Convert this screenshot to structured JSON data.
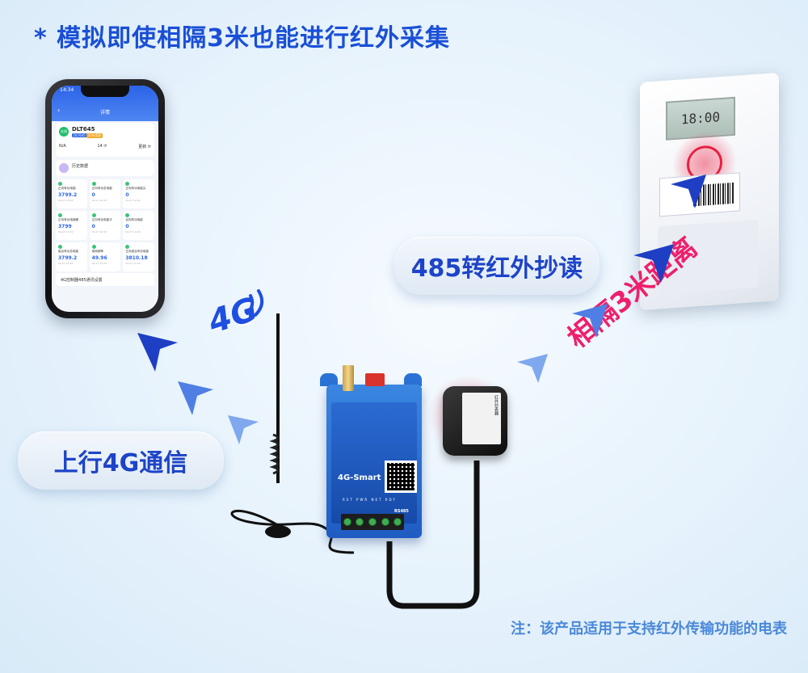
{
  "headline": "* 模拟即使相隔3米也能进行红外采集",
  "footnote": "注：该产品适用于支持红外传输功能的电表",
  "pill_uplink": "上行4G通信",
  "pill_reading": "485转红外抄读",
  "distance_label": "相隔3米距离",
  "logo_4g": "4G",
  "colors": {
    "headline": "#1a4fd6",
    "pill_text": "#1d44c8",
    "distance": "#ee1f6b",
    "footnote": "#4b88d8",
    "arrow_dark": "#1e3fc4",
    "arrow_light": "#7fa8ee"
  },
  "phone": {
    "time": "14:34",
    "title": "详情",
    "device_name": "DLT645",
    "badge_online": "在线",
    "tag1": "DLT645",
    "tag2": "红外读表",
    "row_values": [
      "N/A",
      "14 ⟳",
      "更新 ⟳"
    ],
    "history_label": "历史数据",
    "cells": [
      {
        "name": "正向有功电能",
        "value": "3799.2",
        "time": "04-27 14:34"
      },
      {
        "name": "正向有功总电能",
        "value": "0",
        "time": "04-27 14:34"
      },
      {
        "name": "正向有功电能尖",
        "value": "0",
        "time": "04-27 14:34"
      },
      {
        "name": "正向有功电能峰",
        "value": "3799",
        "time": "04-27 14:34"
      },
      {
        "name": "正向有功电能平",
        "value": "0",
        "time": "04-27 14:34"
      },
      {
        "name": "谷向有功电能",
        "value": "0",
        "time": "04-27 14:34"
      },
      {
        "name": "组合有功总电能",
        "value": "3799.2",
        "time": "04-27 14:34"
      },
      {
        "name": "电网频率",
        "value": "49.96",
        "time": "04-27 14:34"
      },
      {
        "name": "正向组合有功电能",
        "value": "3810.18",
        "time": "04-27 14:34"
      }
    ],
    "bottom_label": "4G控制器485通讯设置"
  },
  "meter": {
    "lcd": "18:00"
  },
  "module": {
    "brand": "4G-Smart",
    "leds": "RST PWR NET RDY",
    "rs485": "RS485"
  },
  "probe": {
    "sticker": "红外抄表器"
  }
}
